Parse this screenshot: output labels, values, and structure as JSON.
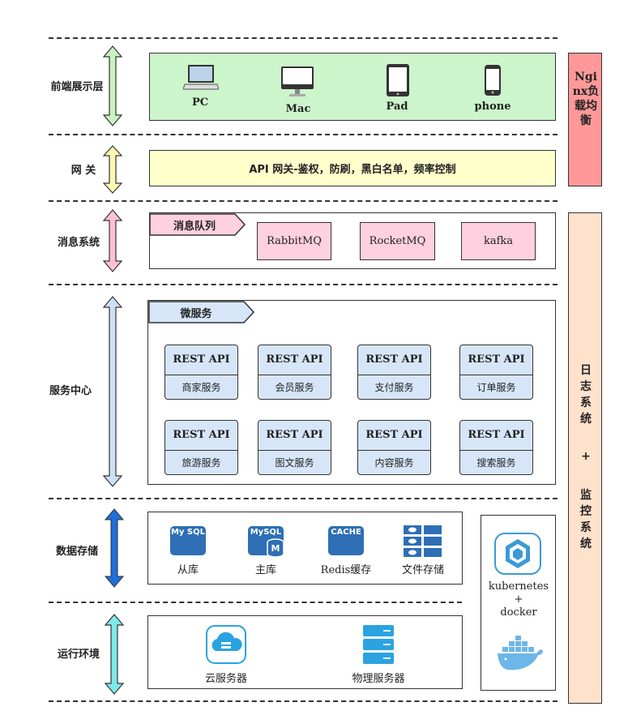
{
  "layers": {
    "frontend": "前端展示层",
    "gateway": "网 关",
    "messaging": "消息系统",
    "services": "服务中心",
    "storage": "数据存储",
    "runtime": "运行环境"
  },
  "devices": [
    {
      "label": "PC",
      "icon": "laptop-icon"
    },
    {
      "label": "Mac",
      "icon": "desktop-icon"
    },
    {
      "label": "Pad",
      "icon": "tablet-icon"
    },
    {
      "label": "phone",
      "icon": "phone-icon"
    }
  ],
  "gateway_text": "API 网关-鉴权，防刷，黑白名单，频率控制",
  "mq": {
    "tag": "消息队列",
    "items": [
      "RabbitMQ",
      "RocketMQ",
      "kafka"
    ]
  },
  "microservices": {
    "tag": "微服务",
    "cards": [
      {
        "title": "REST API",
        "name": "商家服务"
      },
      {
        "title": "REST API",
        "name": "会员服务"
      },
      {
        "title": "REST API",
        "name": "支付服务"
      },
      {
        "title": "REST API",
        "name": "订单服务"
      },
      {
        "title": "REST API",
        "name": "旅游服务"
      },
      {
        "title": "REST API",
        "name": "图文服务"
      },
      {
        "title": "REST API",
        "name": "内容服务"
      },
      {
        "title": "REST API",
        "name": "搜索服务"
      }
    ]
  },
  "storage": [
    {
      "label": "从库",
      "icon_text": "My SQL",
      "icon": "mysql-icon"
    },
    {
      "label": "主库",
      "icon_text": "MySQL",
      "badge": "M",
      "icon": "mysql-master-icon"
    },
    {
      "label": "Redis缓存",
      "icon_text": "CACHE",
      "icon": "cache-icon"
    },
    {
      "label": "文件存储",
      "icon": "file-storage-icon"
    }
  ],
  "runtime": [
    {
      "label": "云服务器",
      "icon": "cloud-server-icon"
    },
    {
      "label": "物理服务器",
      "icon": "physical-server-icon"
    }
  ],
  "k8s": {
    "line1": "kubernetes",
    "line2": "+",
    "line3": "docker"
  },
  "nginx": "Nginx负载均衡",
  "logging": {
    "top": "日志系统",
    "plus": "+",
    "bottom": "监控系统"
  },
  "colors": {
    "frontend_bg": "#ccf5cc",
    "gateway_bg": "#ffffcc",
    "mq_bg": "#ffd0e0",
    "service_bg": "#d6e6f8",
    "nginx_bg": "#ff9999",
    "log_bg": "#ffe2cc",
    "storage_icon": "#2e6fb5",
    "k8s_icon": "#3b9ad6"
  }
}
